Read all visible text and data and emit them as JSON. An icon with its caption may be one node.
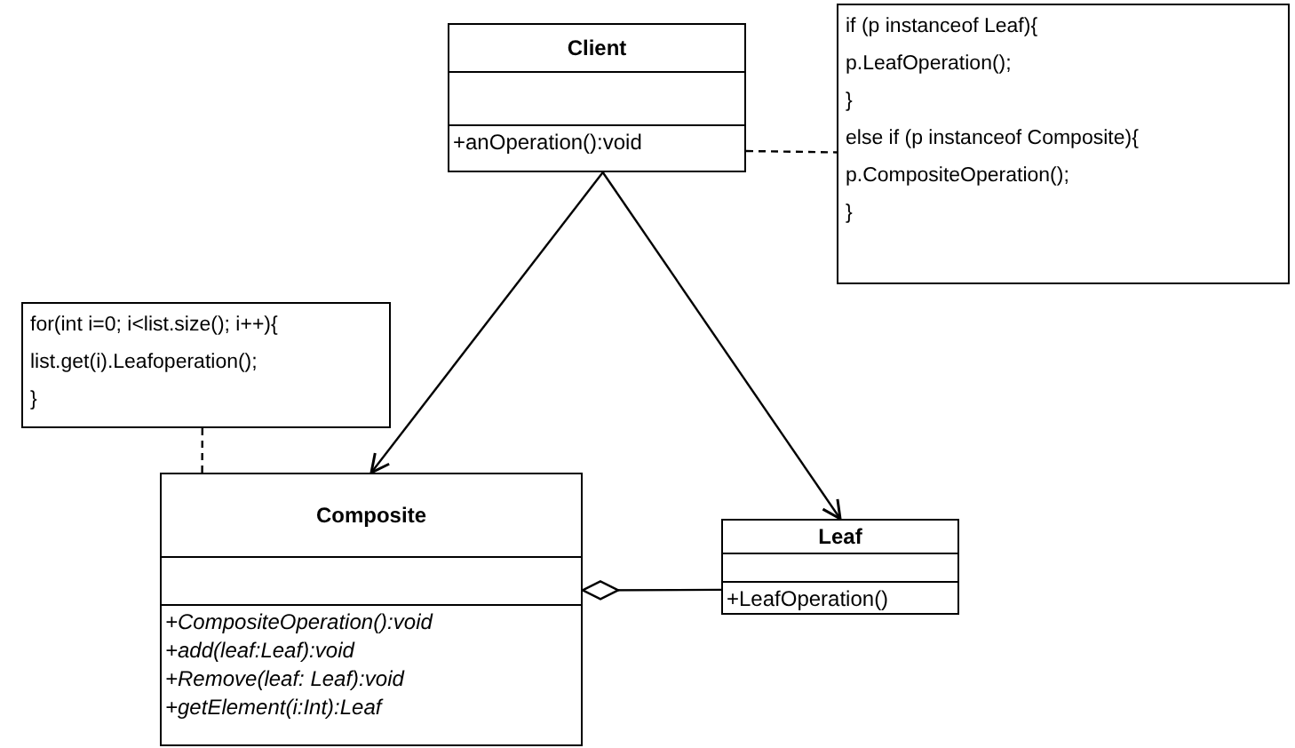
{
  "diagram": {
    "nodes": [
      {
        "text": [
          "Client",
          "+anOperation():void"
        ]
      },
      {
        "text": [
          "if (p instanceof Leaf){",
          "p.LeafOperation();",
          "}",
          "else if (p instanceof Composite){",
          "p.CompositeOperation();",
          "}"
        ]
      },
      {
        "text": [
          "for(int i=0; i<list.size(); i++){",
          "list.get(i).Leafoperation();",
          "}"
        ]
      },
      {
        "text": [
          "Composite",
          "+CompositeOperation():void",
          "+add(leaf:Leaf):void",
          "+Remove(leaf: Leaf):void",
          "+getElement(i:Int):Leaf"
        ]
      },
      {
        "text": [
          "Leaf",
          "+LeafOperation()"
        ]
      }
    ],
    "edges": [
      {
        "from": 0,
        "to": 3,
        "arrow": "to"
      },
      {
        "from": 0,
        "to": 4,
        "arrow": "to"
      },
      {
        "from": 0,
        "to": 1,
        "arrow": "none",
        "style": "dashed"
      },
      {
        "from": 2,
        "to": 3,
        "arrow": "none",
        "style": "dashed"
      },
      {
        "from": 4,
        "to": 3,
        "arrow": "other"
      }
    ]
  }
}
